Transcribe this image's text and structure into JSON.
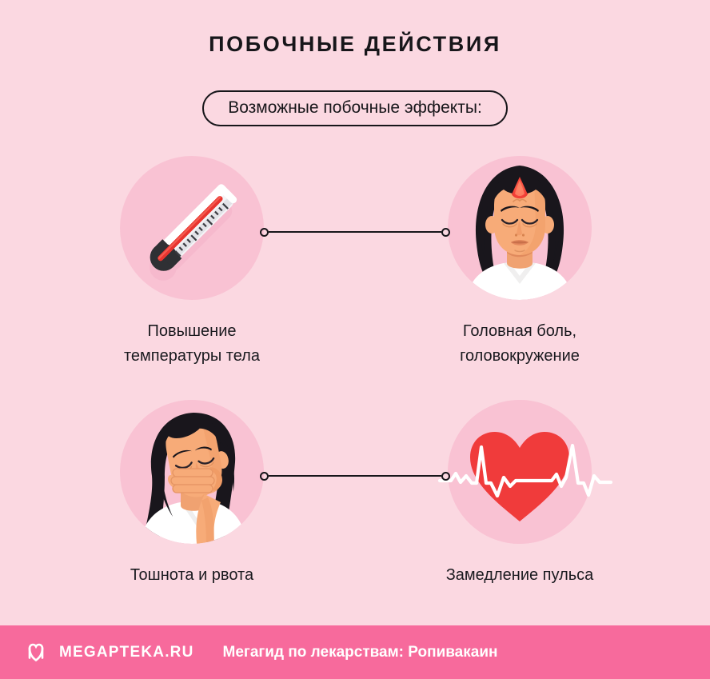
{
  "page": {
    "title": "ПОБОЧНЫЕ ДЕЙСТВИЯ",
    "subtitle": "Возможные побочные эффекты:",
    "background_color": "#FBD8E1",
    "circle_color": "#F9C2D3",
    "accent_color": "#F76A9C",
    "text_color": "#17161A"
  },
  "effects": [
    {
      "id": "fever",
      "icon": "thermometer-icon",
      "caption": "Повышение\nтемпературы тела"
    },
    {
      "id": "headache",
      "icon": "headache-woman-icon",
      "caption": "Головная боль,\nголовокружение"
    },
    {
      "id": "nausea",
      "icon": "nausea-woman-icon",
      "caption": "Тошнота и рвота"
    },
    {
      "id": "bradycardia",
      "icon": "heart-pulse-icon",
      "caption": "Замедление пульса"
    }
  ],
  "footer": {
    "logo": "megapteka-logo-icon",
    "brand": "MEGAPTEKA.RU",
    "tagline": "Мегагид по лекарствам: Ропивакаин",
    "background_color": "#F76A9C"
  }
}
